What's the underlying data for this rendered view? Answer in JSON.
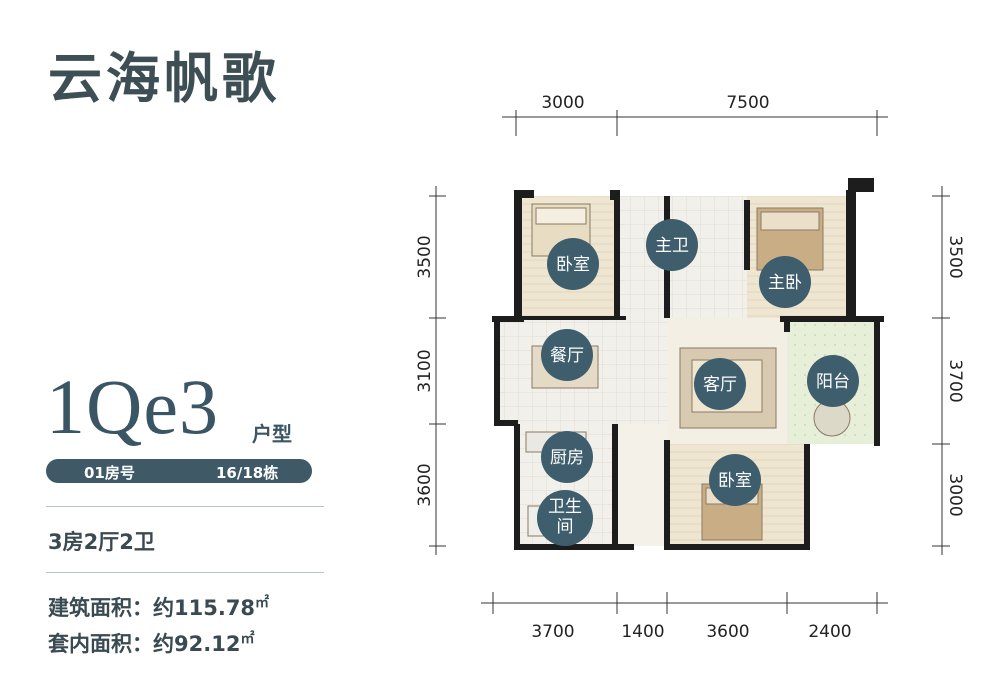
{
  "project_name": "云海帆歌",
  "unit": {
    "code": "1Qe3",
    "suffix": "户型",
    "room_number": "01房号",
    "building": "16/18栋",
    "layout": "3房2厅2卫"
  },
  "areas": {
    "building_label": "建筑面积：约",
    "building_value": "115.78",
    "interior_label": "套内面积：约",
    "interior_value": "92.12",
    "unit_mark": "㎡"
  },
  "dimensions": {
    "top": [
      "3000",
      "7500"
    ],
    "bottom": [
      "3700",
      "1400",
      "3600",
      "2400"
    ],
    "left": [
      "3500",
      "3100",
      "3600"
    ],
    "right": [
      "3500",
      "3700",
      "3000"
    ]
  },
  "rooms": {
    "bedroom_nw": "卧室",
    "master_bath": "主卫",
    "master_bedroom": "主卧",
    "dining": "餐厅",
    "living": "客厅",
    "balcony": "阳台",
    "kitchen": "厨房",
    "bathroom_line1": "卫生",
    "bathroom_line2": "间",
    "bedroom_se": "卧室"
  },
  "colors": {
    "accent": "#3f5966",
    "room_badge": "#3e5e6e",
    "text": "#3a4a52"
  }
}
